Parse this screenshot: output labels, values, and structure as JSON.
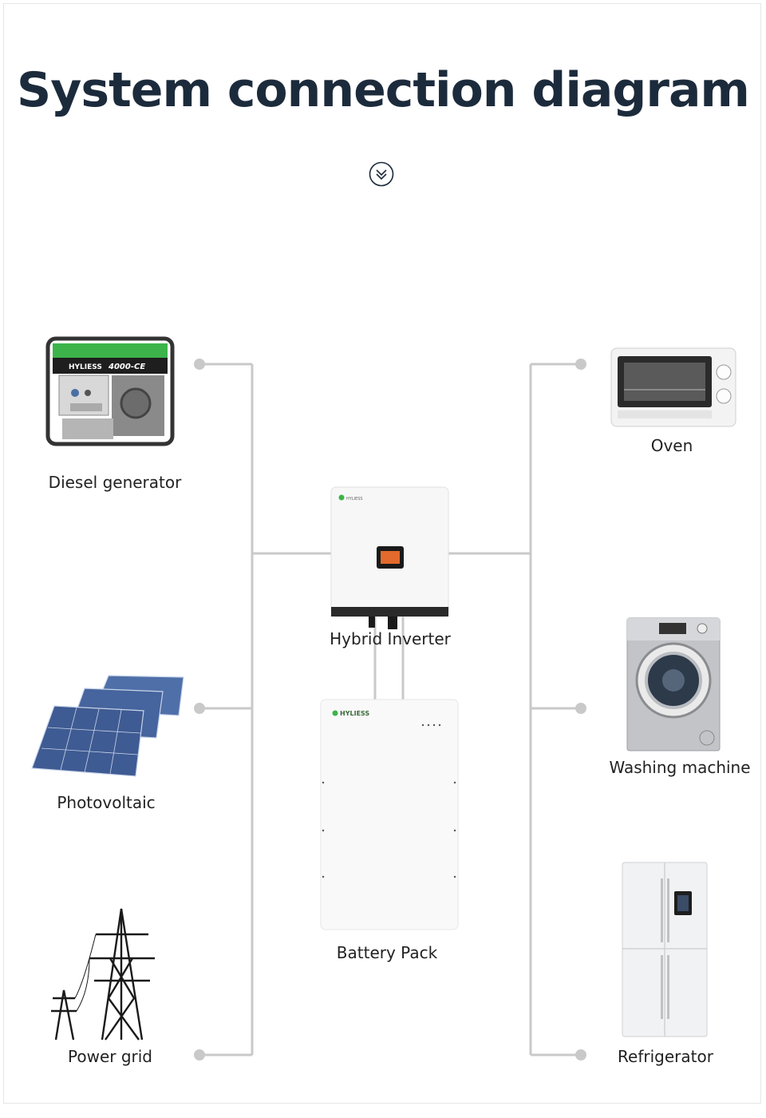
{
  "title": "System connection diagram",
  "nodes": {
    "diesel_generator": {
      "label": "Diesel generator",
      "brand": "HYLIESS",
      "model": "4000-CE"
    },
    "photovoltaic": {
      "label": "Photovoltaic"
    },
    "power_grid": {
      "label": "Power grid"
    },
    "hybrid_inverter": {
      "label": "Hybrid Inverter",
      "brand": "HYLIESS"
    },
    "battery_pack": {
      "label": "Battery Pack",
      "brand": "HYLIESS"
    },
    "oven": {
      "label": "Oven"
    },
    "washing_machine": {
      "label": "Washing machine"
    },
    "refrigerator": {
      "label": "Refrigerator"
    }
  },
  "colors": {
    "title": "#1c2b3c",
    "connector": "#c9c9c9",
    "node_dot": "#c9c9c9",
    "generator_green": "#3cb44a"
  },
  "icons": [
    "double-chevron-down-icon"
  ]
}
